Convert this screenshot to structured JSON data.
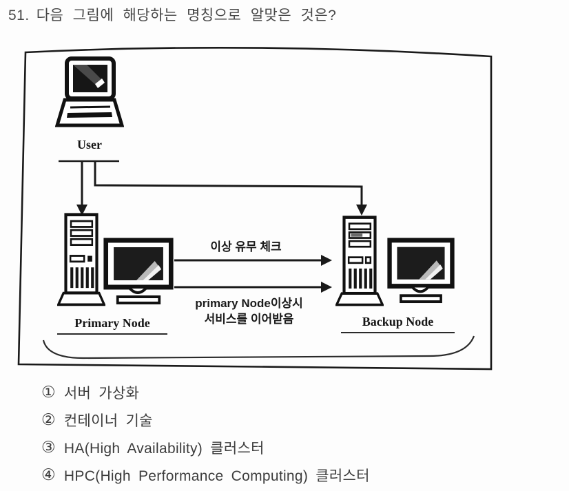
{
  "question": {
    "number": "51.",
    "text": "다음 그림에 해당하는 명칭으로 알맞은 것은?"
  },
  "diagram": {
    "user_label": "User",
    "primary_label": "Primary Node",
    "backup_label": "Backup Node",
    "check_caption": "이상 유무 체크",
    "failover_caption_line1": "primary Node이상시",
    "failover_caption_line2": "서비스를 이어받음"
  },
  "options": [
    {
      "num": "①",
      "label": "서버 가상화"
    },
    {
      "num": "②",
      "label": "컨테이너 기술"
    },
    {
      "num": "③",
      "label": "HA(High Availability) 클러스터"
    },
    {
      "num": "④",
      "label": "HPC(High Performance Computing) 클러스터"
    }
  ],
  "colors": {
    "ink": "#1a1a1a",
    "text_gray": "#3d3d3d",
    "background": "#ffffff"
  }
}
